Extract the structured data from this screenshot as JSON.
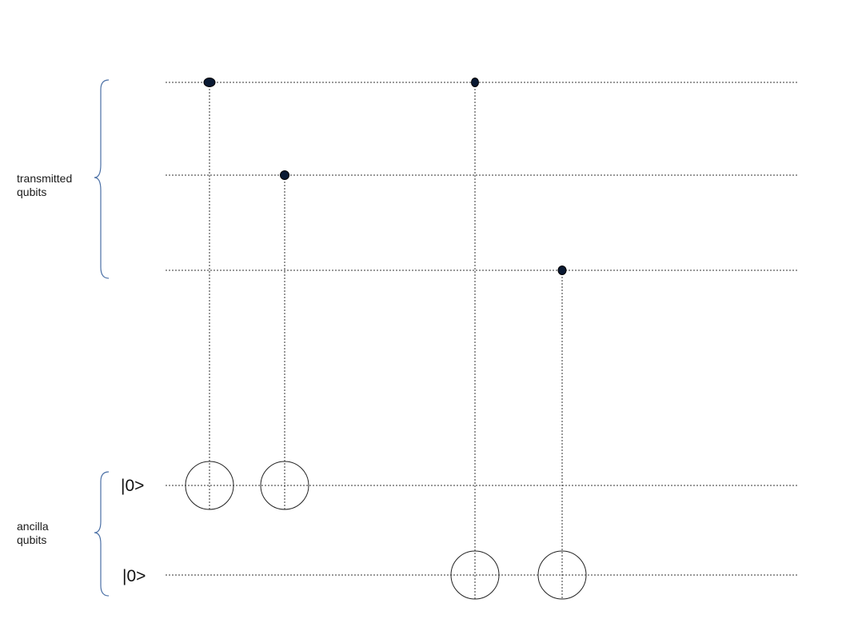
{
  "groups": {
    "transmitted": {
      "line1": "transmitted",
      "line2": "qubits"
    },
    "ancilla": {
      "line1": "ancilla",
      "line2": "qubits"
    }
  },
  "ancilla_initial_states": [
    "|0>",
    "|0>"
  ],
  "colors": {
    "brace": "#4a6fa5",
    "wire": "#333333",
    "control_dot": "#0a1a33",
    "target": "#222222"
  },
  "circuit": {
    "wires": [
      "transmitted-qubit-1",
      "transmitted-qubit-2",
      "transmitted-qubit-3",
      "ancilla-qubit-1",
      "ancilla-qubit-2"
    ],
    "gates": [
      {
        "type": "CNOT",
        "control": 0,
        "target": 3
      },
      {
        "type": "CNOT",
        "control": 1,
        "target": 3
      },
      {
        "type": "CNOT",
        "control": 0,
        "target": 4
      },
      {
        "type": "CNOT",
        "control": 2,
        "target": 4
      }
    ]
  }
}
